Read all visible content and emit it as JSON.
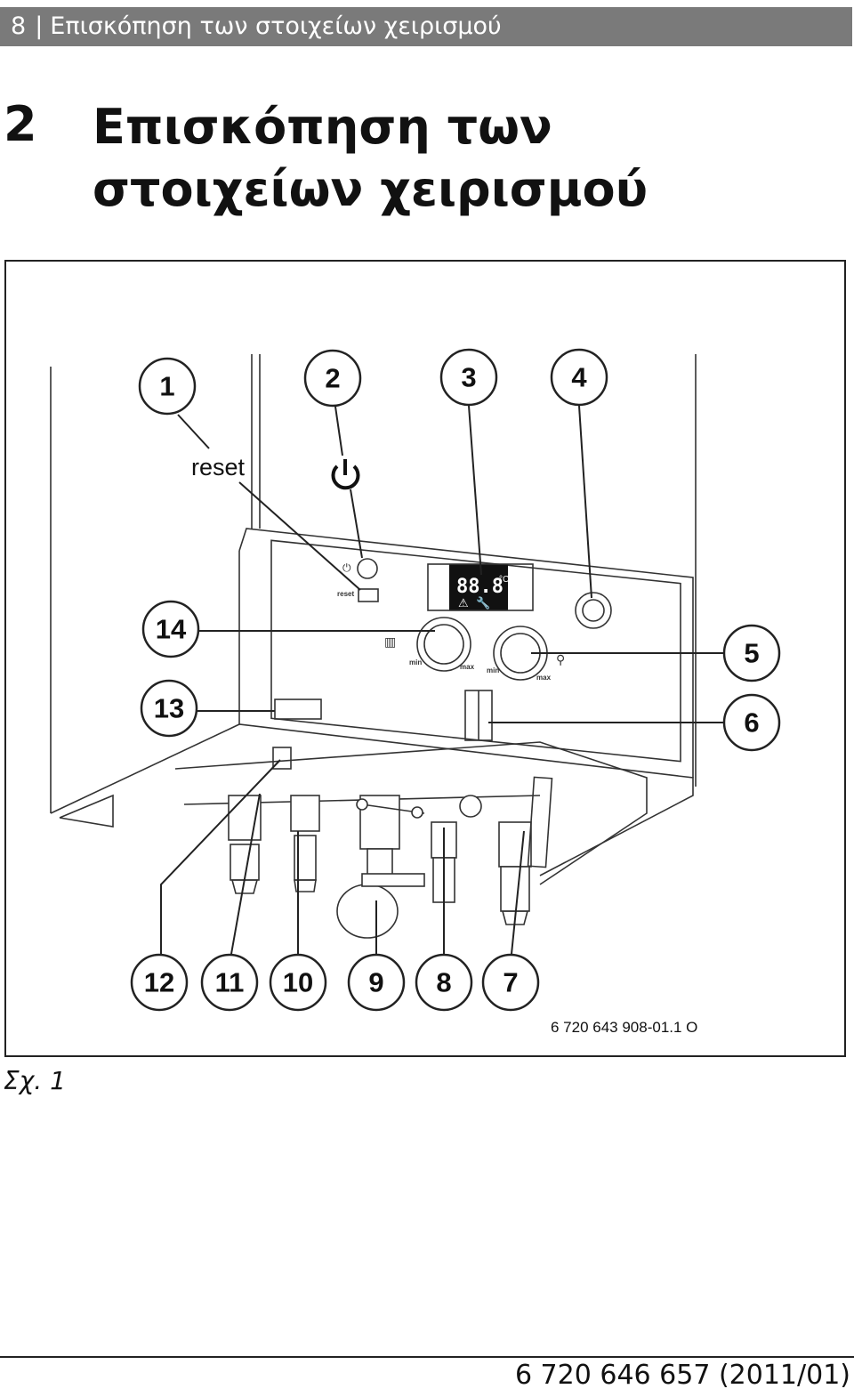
{
  "header": {
    "page_number": "8",
    "separator": "|",
    "running_title": "Επισκόπηση των στοιχείων χειρισμού"
  },
  "chapter": {
    "number": "2",
    "title": "Επισκόπηση των στοιχείων χειρισμού"
  },
  "figure": {
    "reset_label": "reset",
    "panel_reset_small": "reset",
    "display_digits": "88.8",
    "display_unit": "°C",
    "dial_min": "min",
    "dial_max": "max",
    "drawing_code": "6 720 643 908-01.1 O",
    "callouts": [
      "1",
      "2",
      "3",
      "4",
      "5",
      "6",
      "7",
      "8",
      "9",
      "10",
      "11",
      "12",
      "13",
      "14"
    ],
    "caption": "Σχ. 1"
  },
  "footer": {
    "doc_code": "6 720 646 657 (2011/01)"
  }
}
